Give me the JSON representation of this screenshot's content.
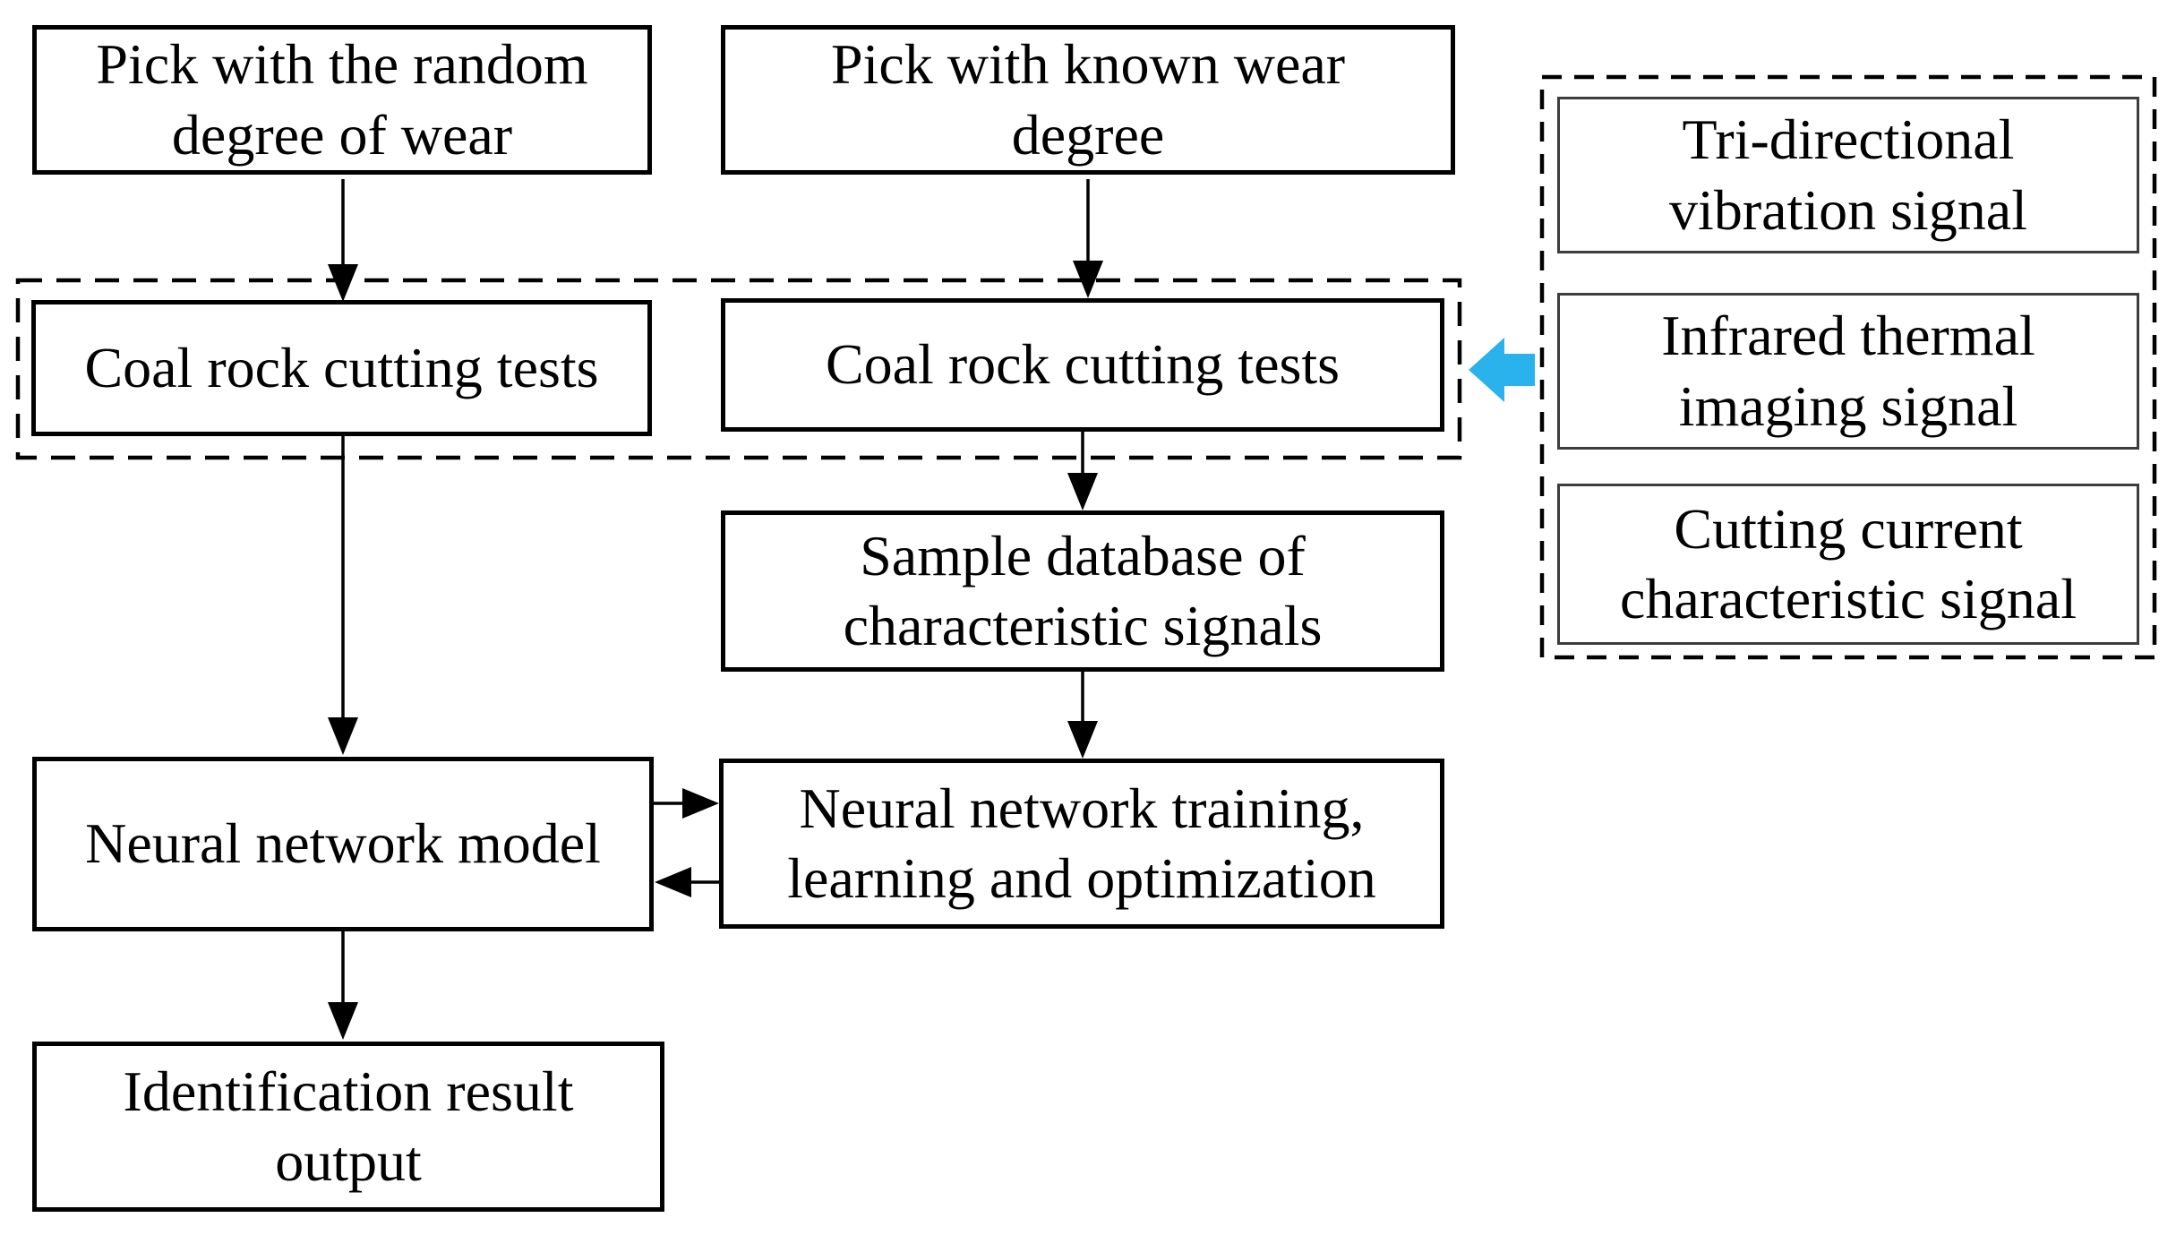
{
  "figure": {
    "type": "flowchart",
    "colors": {
      "line": "#000000",
      "box_border": "#000000",
      "thin_box_border": "#3d3d3d",
      "background": "#ffffff",
      "highlight_arrow": "#29b2ec"
    },
    "nodes": {
      "pick_random": {
        "label": [
          "Pick with the random",
          "degree of wear"
        ]
      },
      "pick_known": {
        "label": [
          "Pick with known wear",
          "degree"
        ]
      },
      "cutting_tests_left": {
        "label": [
          "Coal rock cutting tests"
        ]
      },
      "cutting_tests_right": {
        "label": [
          "Coal rock cutting tests"
        ]
      },
      "sample_database": {
        "label": [
          "Sample database of",
          "characteristic signals"
        ]
      },
      "nn_model": {
        "label": [
          "Neural network model"
        ]
      },
      "nn_training": {
        "label": [
          "Neural network training,",
          "learning and optimization"
        ]
      },
      "identification_output": {
        "label": [
          "Identification result",
          "output"
        ]
      },
      "vibration_signal": {
        "label": [
          "Tri-directional",
          "vibration signal"
        ]
      },
      "infrared_signal": {
        "label": [
          "Infrared thermal",
          "imaging signal"
        ]
      },
      "current_signal": {
        "label": [
          "Cutting current",
          "characteristic signal"
        ]
      }
    }
  }
}
